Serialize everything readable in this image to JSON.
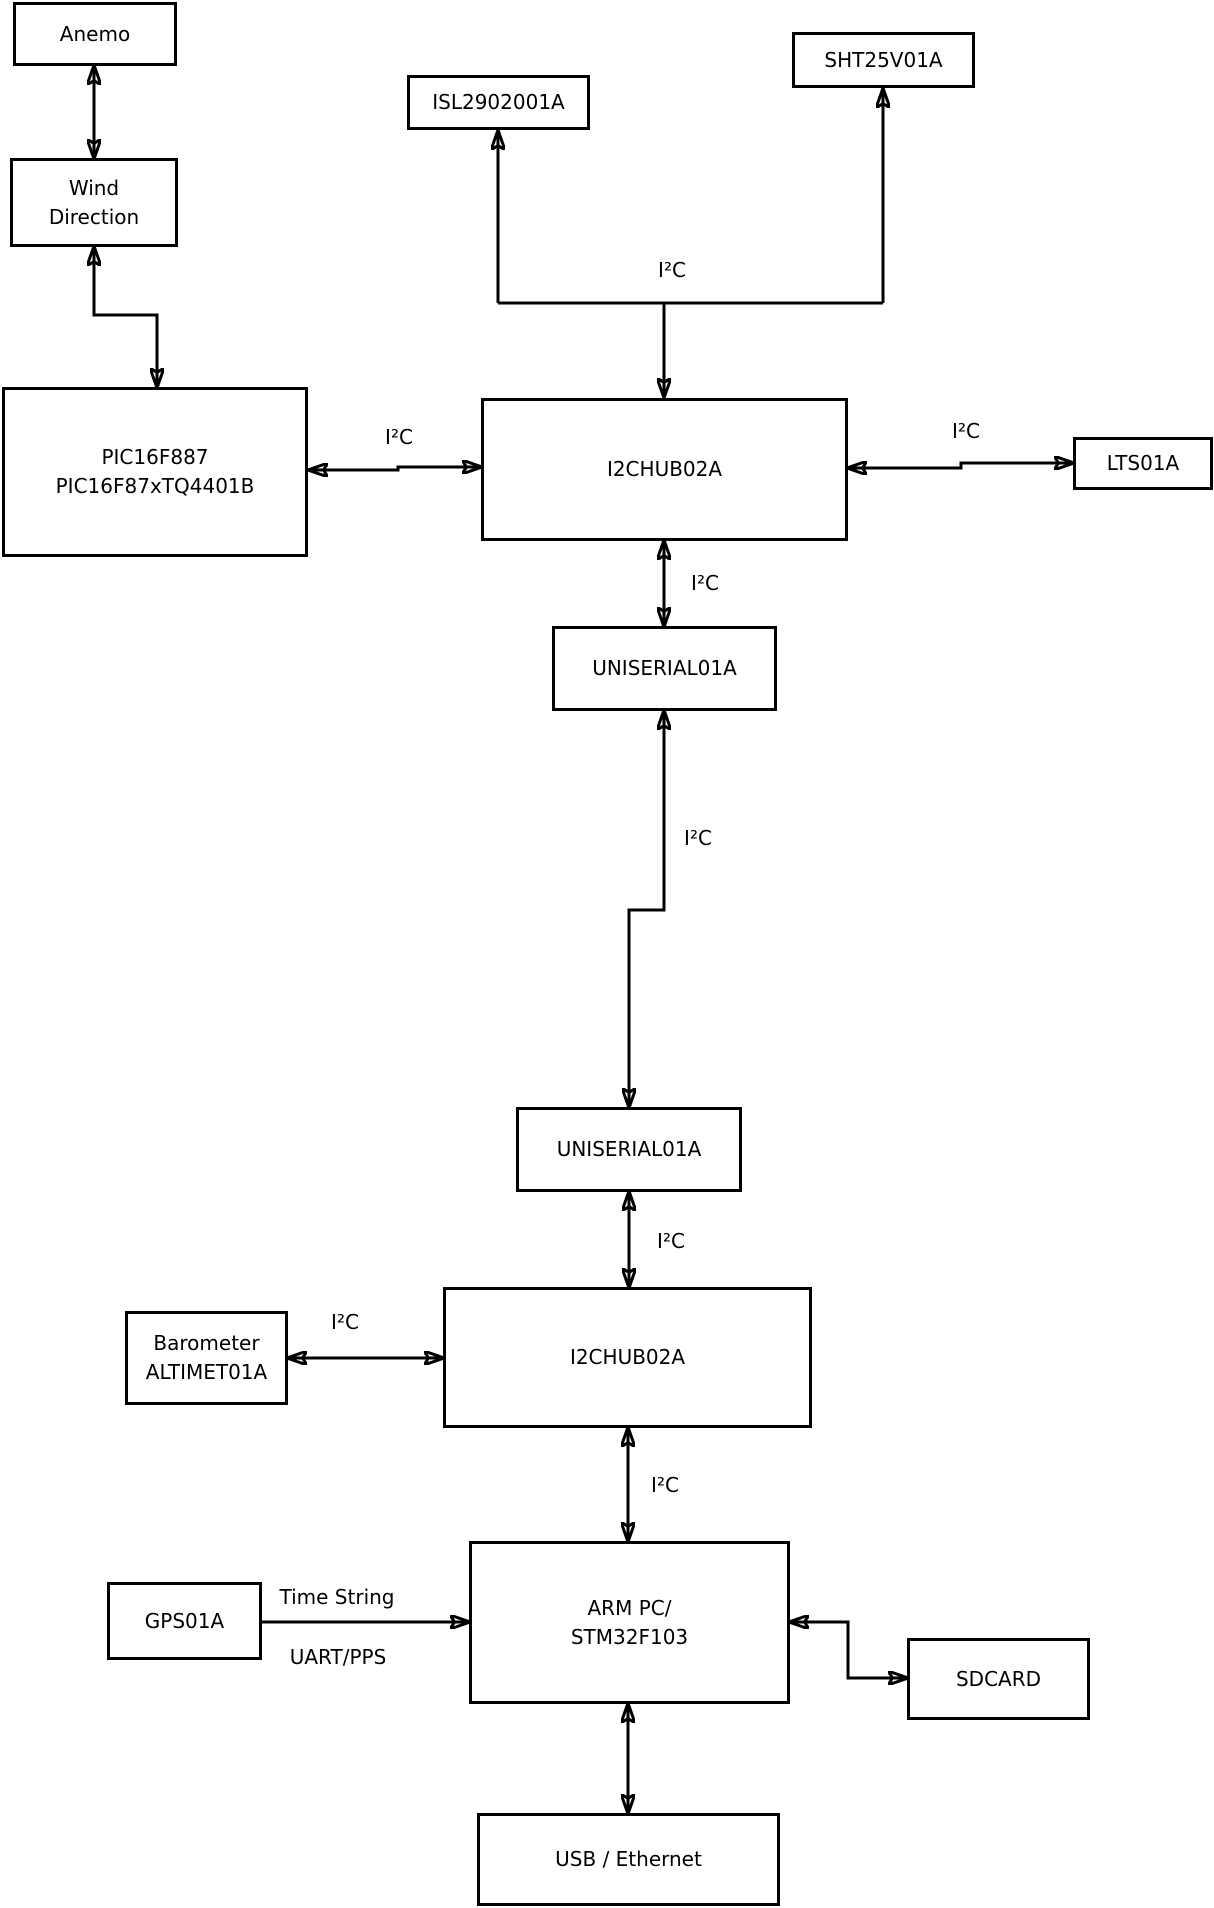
{
  "diagram": {
    "background_color": "#ffffff",
    "line_color": "#000000",
    "nodes": {
      "anemo": {
        "label": "Anemo"
      },
      "wind_direction": {
        "label": "Wind\nDirection"
      },
      "pic": {
        "label": "PIC16F887\nPIC16F87xTQ4401B"
      },
      "isl": {
        "label": "ISL2902001A"
      },
      "sht": {
        "label": "SHT25V01A"
      },
      "hub1": {
        "label": "I2CHUB02A"
      },
      "lts": {
        "label": "LTS01A"
      },
      "uniserial1": {
        "label": "UNISERIAL01A"
      },
      "uniserial2": {
        "label": "UNISERIAL01A"
      },
      "hub2": {
        "label": "I2CHUB02A"
      },
      "barometer": {
        "label": "Barometer\nALTIMET01A"
      },
      "gps": {
        "label": "GPS01A"
      },
      "arm": {
        "label": "ARM PC/\nSTM32F103"
      },
      "sdcard": {
        "label": "SDCARD"
      },
      "usb": {
        "label": "USB / Ethernet"
      }
    },
    "edge_labels": {
      "i2c_top": "I²C",
      "i2c_pic": "I²C",
      "i2c_lts": "I²C",
      "i2c_hub1_uni1": "I²C",
      "i2c_uni1_uni2": "I²C",
      "i2c_uni2_hub2": "I²C",
      "i2c_baro": "I²C",
      "i2c_hub2_arm": "I²C",
      "time_string": "Time String",
      "uart_pps": "UART/PPS"
    }
  }
}
